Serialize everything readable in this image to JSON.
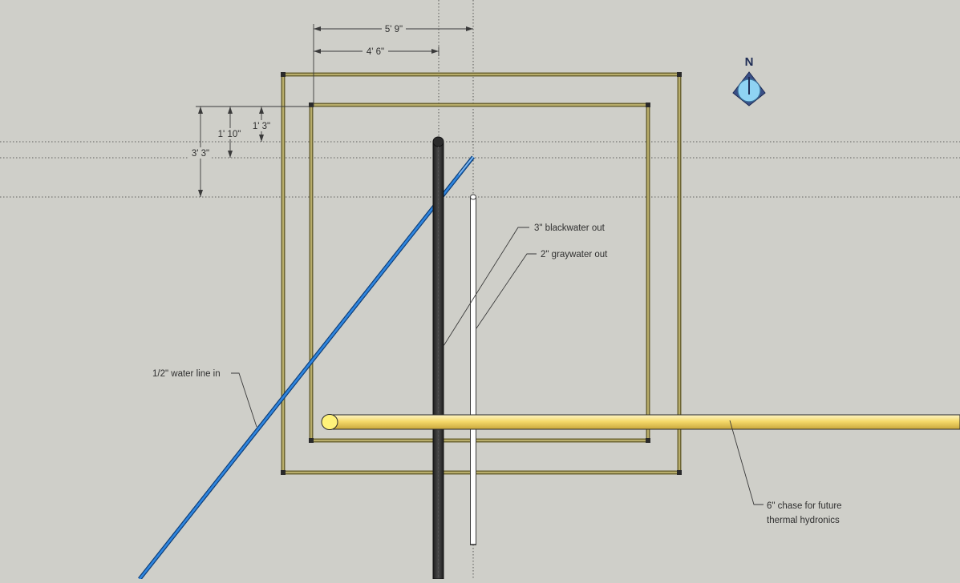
{
  "colors": {
    "background": "#cfcfc9",
    "frame": "#8a7f40",
    "frame_inner": "#b4a865",
    "blackwater_pipe": "#3a3a3a",
    "graywater_pipe": "#ffffff",
    "water_line": "#1c6fc6",
    "chase_pipe": "#f2d46a",
    "compass_fill": "#8fd0f0",
    "compass_arrow": "#2a3f78"
  },
  "dimensions": {
    "horizontal": [
      {
        "id": "dim-5-9",
        "label": "5' 9\""
      },
      {
        "id": "dim-4-6",
        "label": "4' 6\""
      }
    ],
    "vertical": [
      {
        "id": "dim-1-3",
        "label": "1' 3\""
      },
      {
        "id": "dim-1-10",
        "label": "1' 10\""
      },
      {
        "id": "dim-3-3",
        "label": "3' 3\""
      }
    ]
  },
  "labels": {
    "blackwater": "3\" blackwater out",
    "graywater": "2\" graywater out",
    "water_line": "1/2\" water line in",
    "chase_line1": "6\" chase for future",
    "chase_line2": "thermal hydronics"
  },
  "compass": {
    "letter": "N",
    "icon": "north-arrow-icon"
  }
}
